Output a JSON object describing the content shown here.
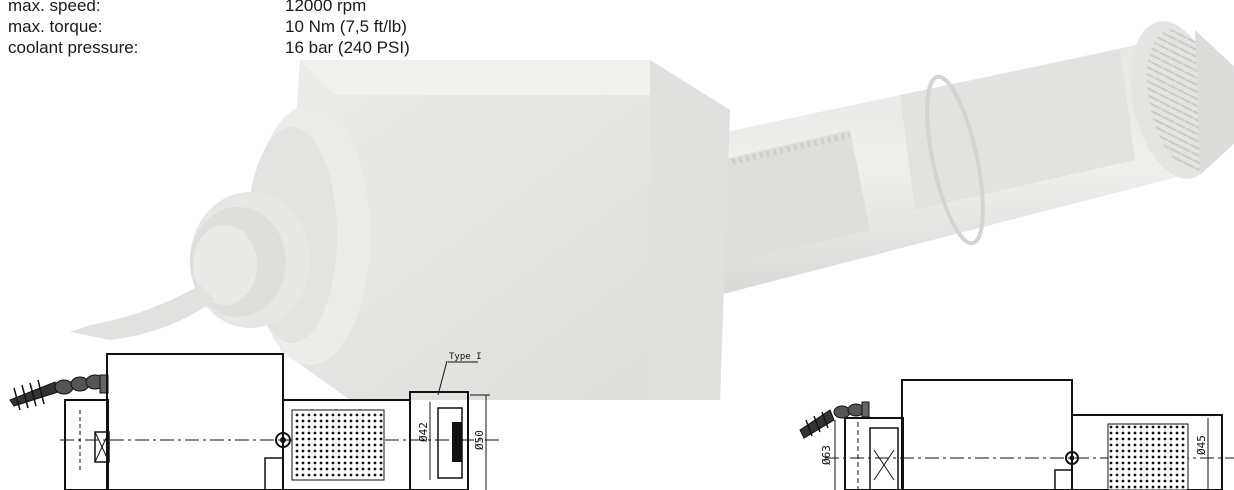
{
  "specs": [
    {
      "label": "max. speed:",
      "value": "12000 rpm"
    },
    {
      "label": "max. torque:",
      "value": "10 Nm (7,5 ft/lb)"
    },
    {
      "label": "coolant pressure:",
      "value": "16 bar (240 PSI)"
    }
  ],
  "drawing_left": {
    "type_label": "Type I",
    "dim_inner": "Ø42",
    "dim_outer": "Ø50"
  },
  "drawing_right": {
    "dim_a": "Ø63",
    "dim_b": "Ø45"
  }
}
